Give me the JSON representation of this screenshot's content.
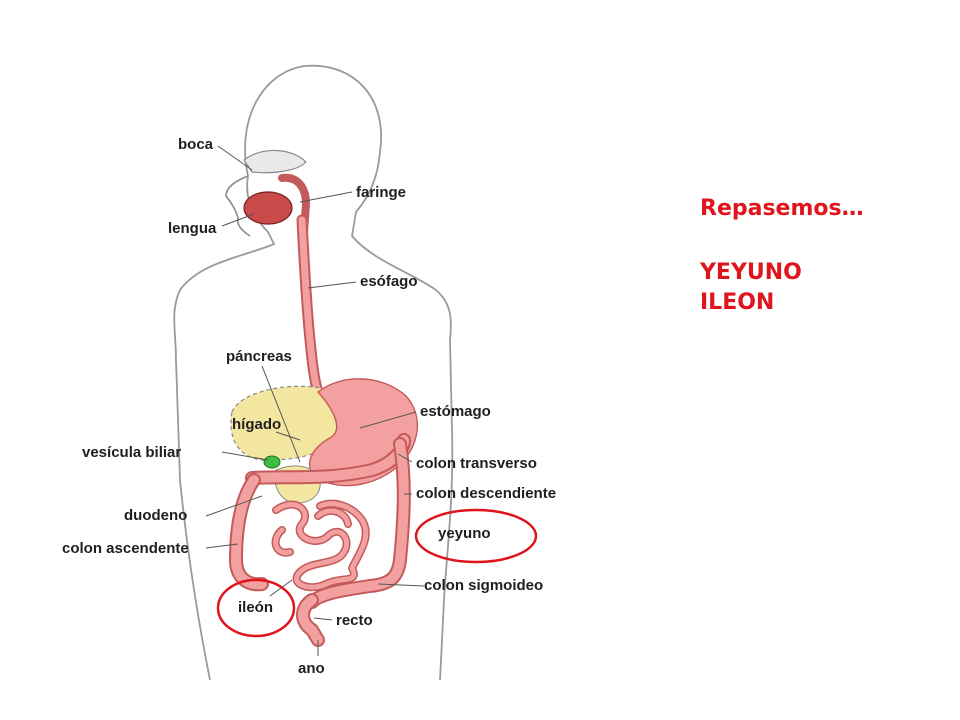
{
  "diagram": {
    "labels": {
      "boca": "boca",
      "faringe": "faringe",
      "lengua": "lengua",
      "esofago": "esófago",
      "pancreas": "páncreas",
      "estomago": "estómago",
      "higado": "hígado",
      "vesicula": "vesícula biliar",
      "colon_transverso": "colon transverso",
      "colon_descendiente": "colon descendiente",
      "duodeno": "duodeno",
      "yeyuno": "yeyuno",
      "colon_ascendente": "colon ascendente",
      "colon_sigmoideo": "colon sigmoideo",
      "ileon": "ileón",
      "recto": "recto",
      "ano": "ano"
    },
    "highlight_color": "#e0141c",
    "organ_color": "#f2a0a0",
    "organ_stroke": "#c45a5a",
    "liver_color": "#f3e6a0",
    "gallbladder_color": "#3fbf3f"
  },
  "side_panel": {
    "title": "Repasemos…",
    "line1": "YEYUNO",
    "line2": "ILEON",
    "color": "#e0141c"
  }
}
